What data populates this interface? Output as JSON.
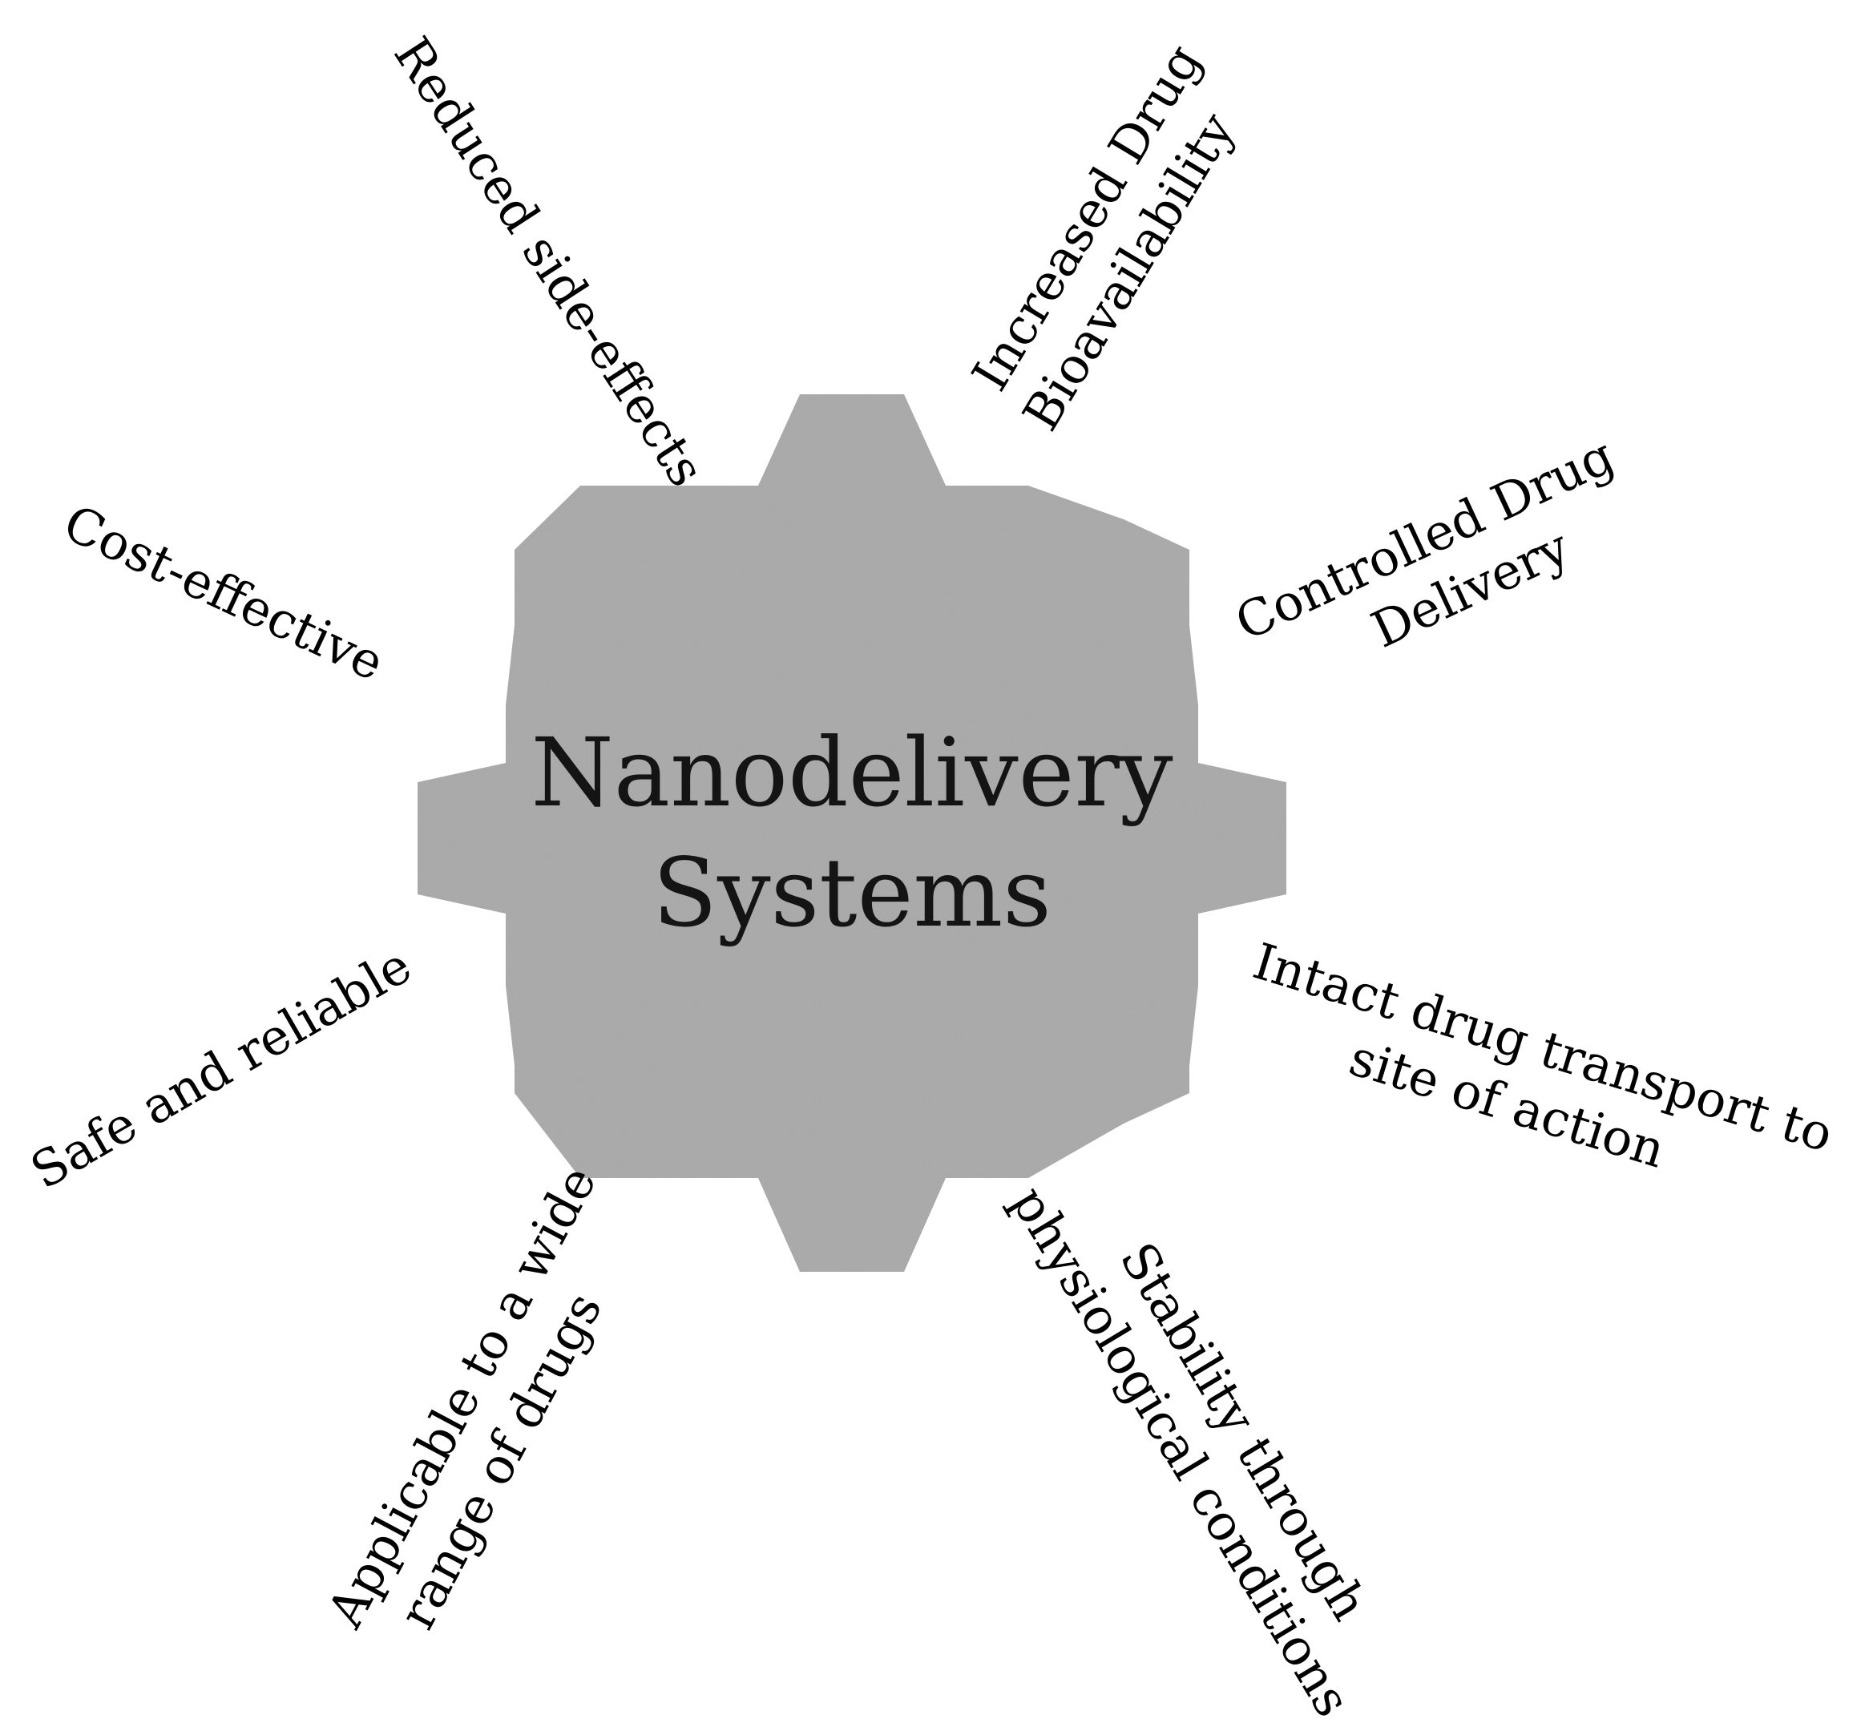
{
  "center": {
    "title_line1": "Nanodelivery",
    "title_line2": "Systems",
    "gear_color": "#a6a6a6"
  },
  "benefits": {
    "reduced_side_effects": {
      "line1": "Reduced side-effects"
    },
    "increased_bioavailability": {
      "line1": "Increased  Drug",
      "line2": "Bioavailability"
    },
    "controlled_delivery": {
      "line1": "Controlled Drug",
      "line2": "Delivery"
    },
    "intact_transport": {
      "line1": "Intact drug transport to",
      "line2": "site of action"
    },
    "stability": {
      "line1": "Stability through",
      "line2": "physiological conditions"
    },
    "wide_range": {
      "line1": "Applicable to a wide",
      "line2": "range of drugs"
    },
    "safe_reliable": {
      "line1": "Safe and reliable"
    },
    "cost_effective": {
      "line1": "Cost-effective"
    }
  }
}
